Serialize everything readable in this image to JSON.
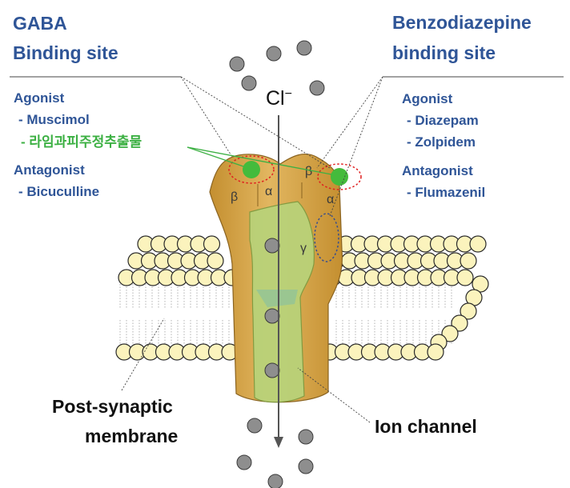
{
  "gaba_site": {
    "title_line1": "GABA",
    "title_line2": "Binding site",
    "agonist_header": "Agonist",
    "agonists": [
      "- Muscimol"
    ],
    "herbal_agonist": "- 라임과피주정추출물",
    "antagonist_header": "Antagonist",
    "antagonists": [
      "- Bicuculline"
    ]
  },
  "bzd_site": {
    "title_line1": "Benzodiazepine",
    "title_line2": "binding site",
    "agonist_header": "Agonist",
    "agonists": [
      "- Diazepam",
      "- Zolpidem"
    ],
    "antagonist_header": "Antagonist",
    "antagonists": [
      "- Flumazenil"
    ]
  },
  "ion_label": "Cl",
  "ion_charge": "−",
  "subunits": {
    "beta_left": "β",
    "alpha_left": "α",
    "beta_right": "β",
    "alpha_right": "α",
    "gamma": "γ"
  },
  "membrane_label_line1": "Post-synaptic",
  "membrane_label_line2": "membrane",
  "channel_label": "Ion channel",
  "colors": {
    "title_blue": "#2f5597",
    "herbal_green": "#3cb043",
    "ligand_green": "#44bb3c",
    "receptor_tan": "#d6a54c",
    "channel_green": "#b8d37a",
    "lipid_head": "#fbf3bd"
  }
}
